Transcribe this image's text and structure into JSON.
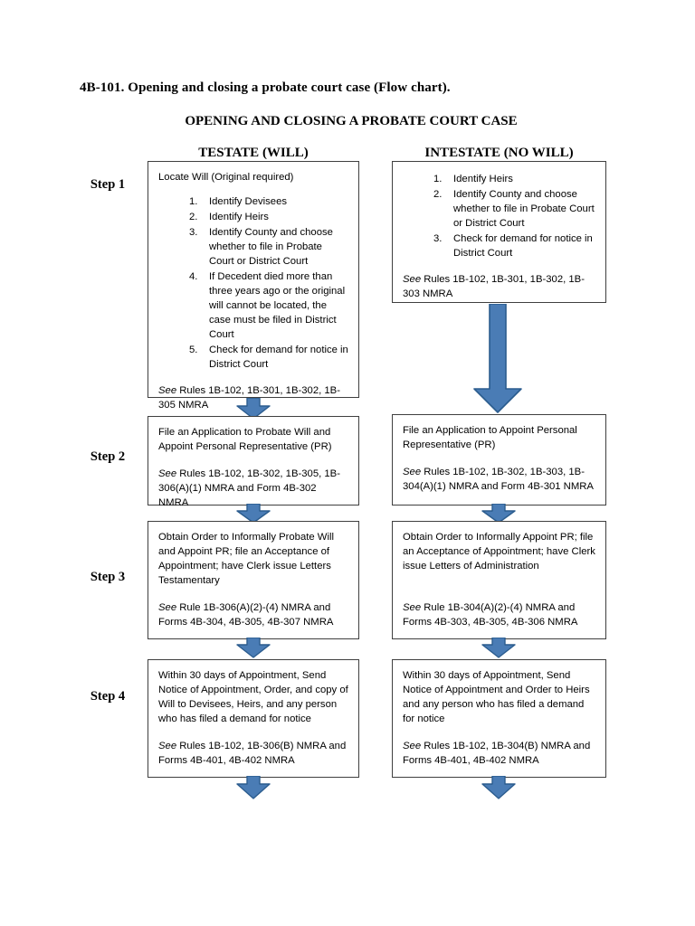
{
  "document": {
    "heading": "4B-101. Opening and closing a probate court case (Flow chart).",
    "chart_title": "OPENING AND CLOSING A PROBATE COURT CASE"
  },
  "colors": {
    "arrow_fill": "#4a7cb5",
    "arrow_stroke": "#2b5c8e",
    "box_border": "#3f3f3f",
    "text": "#000000",
    "background": "#ffffff"
  },
  "columns": [
    {
      "id": "testate",
      "heading": "TESTATE (WILL)"
    },
    {
      "id": "intestate",
      "heading": "INTESTATE (NO WILL)"
    }
  ],
  "steps": [
    {
      "label": "Step 1"
    },
    {
      "label": "Step 2"
    },
    {
      "label": "Step 3"
    },
    {
      "label": "Step 4"
    }
  ],
  "testate": {
    "step1": {
      "lead": "Locate Will (Original required)",
      "items": [
        "Identify Devisees",
        "Identify Heirs",
        "Identify County and choose whether to file in Probate Court or District Court",
        "If Decedent died more than three years ago or the original will cannot be located, the case must be filed in District Court",
        "Check for demand for notice in District Court"
      ],
      "see": "See",
      "cite": " Rules 1B-102, 1B-301, 1B-302, 1B-305 NMRA"
    },
    "step2": {
      "lead": "File an Application to Probate Will and Appoint Personal Representative (PR)",
      "see": "See",
      "cite": " Rules 1B-102, 1B-302, 1B-305, 1B-306(A)(1) NMRA and Form 4B-302 NMRA"
    },
    "step3": {
      "lead": "Obtain Order to Informally Probate Will and Appoint PR; file an Acceptance of Appointment; have Clerk issue Letters Testamentary",
      "see": "See",
      "cite": " Rule 1B-306(A)(2)-(4) NMRA and Forms 4B-304, 4B-305, 4B-307 NMRA"
    },
    "step4": {
      "lead": "Within 30 days of Appointment, Send Notice of Appointment, Order, and copy of Will to Devisees, Heirs, and any person who has filed a demand for notice",
      "see": "See",
      "cite": " Rules 1B-102, 1B-306(B) NMRA and Forms 4B-401, 4B-402 NMRA"
    }
  },
  "intestate": {
    "step1": {
      "items": [
        "Identify Heirs",
        "Identify County and choose whether to file in Probate Court or District Court",
        "Check for demand for notice in District Court"
      ],
      "see": "See",
      "cite": " Rules 1B-102, 1B-301, 1B-302, 1B-303 NMRA"
    },
    "step2": {
      "lead": "File an Application to Appoint Personal Representative (PR)",
      "see": "See",
      "cite": " Rules 1B-102, 1B-302, 1B-303, 1B-304(A)(1) NMRA and Form 4B-301 NMRA"
    },
    "step3": {
      "lead": "Obtain Order to Informally Appoint PR; file an Acceptance of Appointment; have Clerk issue Letters of Administration",
      "see": "See",
      "cite": " Rule 1B-304(A)(2)-(4) NMRA and Forms 4B-303, 4B-305, 4B-306 NMRA"
    },
    "step4": {
      "lead": "Within 30 days of Appointment, Send Notice of Appointment and Order to Heirs and any person who has filed a demand for notice",
      "see": "See",
      "cite": " Rules 1B-102, 1B-304(B) NMRA and Forms 4B-401, 4B-402 NMRA"
    }
  },
  "arrows": [
    {
      "id": "testate-1-to-2",
      "direction": "down",
      "length": "short"
    },
    {
      "id": "testate-2-to-3",
      "direction": "down",
      "length": "short"
    },
    {
      "id": "testate-3-to-4",
      "direction": "down",
      "length": "short"
    },
    {
      "id": "testate-4-to-next",
      "direction": "down",
      "length": "short"
    },
    {
      "id": "intestate-1-to-2",
      "direction": "down",
      "length": "long"
    },
    {
      "id": "intestate-2-to-3",
      "direction": "down",
      "length": "short"
    },
    {
      "id": "intestate-3-to-4",
      "direction": "down",
      "length": "short"
    },
    {
      "id": "intestate-4-to-next",
      "direction": "down",
      "length": "short"
    }
  ]
}
